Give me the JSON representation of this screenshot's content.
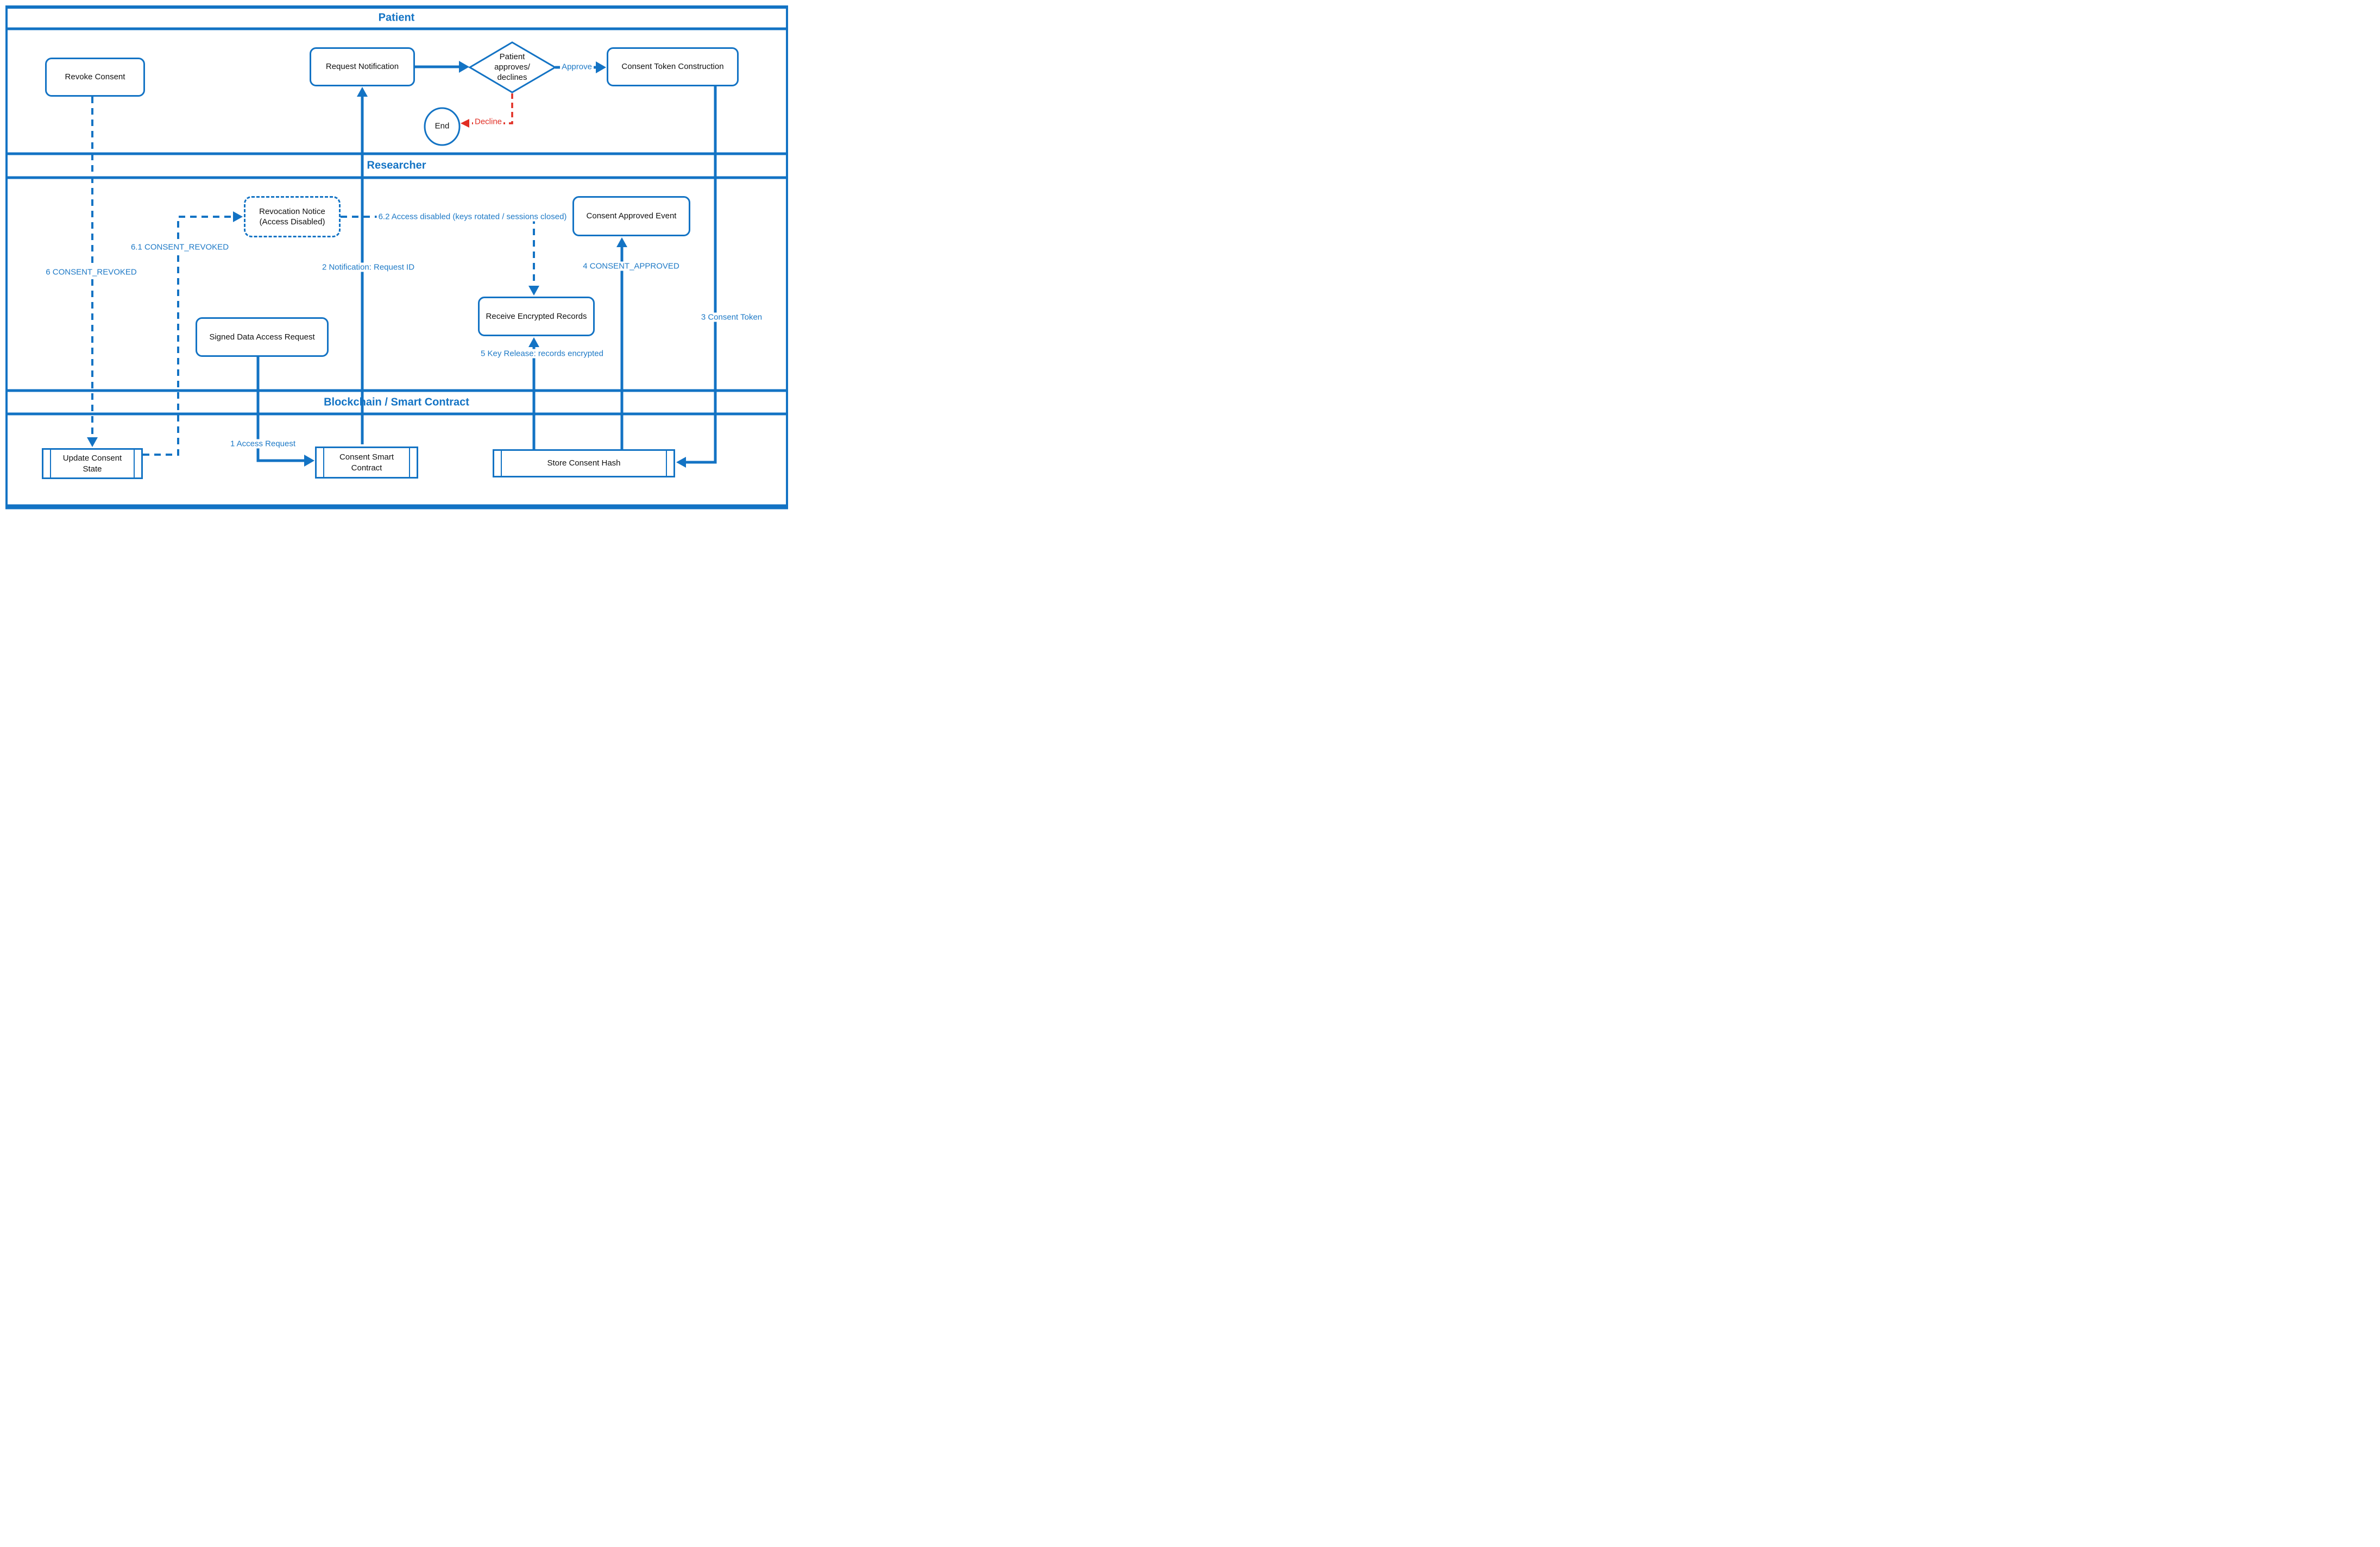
{
  "colors": {
    "primary_blue": "#1373c4",
    "label_blue": "#1d79c6",
    "decline_red": "#e12e24",
    "node_text": "#111111"
  },
  "lanes": {
    "patient": {
      "title": "Patient"
    },
    "researcher": {
      "title": "Researcher"
    },
    "blockchain": {
      "title": "Blockchain / Smart Contract"
    }
  },
  "nodes": {
    "revoke_consent": {
      "label": "Revoke Consent"
    },
    "request_notification": {
      "label": "Request Notification"
    },
    "approval_decision": {
      "label": "Patient approves/ declines"
    },
    "consent_token_construction": {
      "label": "Consent Token Construction"
    },
    "end": {
      "label": "End"
    },
    "revocation_notice": {
      "label": "Revocation Notice (Access Disabled)"
    },
    "consent_approved_event": {
      "label": "Consent Approved Event"
    },
    "signed_data_access_request": {
      "label": "Signed Data Access Request"
    },
    "receive_encrypted_records": {
      "label": "Receive Encrypted Records"
    },
    "update_consent_state": {
      "label": "Update Consent State"
    },
    "consent_smart_contract": {
      "label": "Consent Smart Contract"
    },
    "store_consent_hash": {
      "label": "Store Consent Hash"
    }
  },
  "edges": {
    "approve": "Approve",
    "decline": "Decline",
    "access_request": "1 Access Request",
    "notification": "2 Notification: Request ID",
    "consent_token": "3 Consent Token",
    "consent_approved": "4 CONSENT_APPROVED",
    "key_release": "5 Key Release: records encrypted",
    "consent_revoked": "6 CONSENT_REVOKED",
    "consent_revoked_61": "6.1 CONSENT_REVOKED",
    "access_disabled": "6.2 Access disabled (keys rotated / sessions closed)"
  }
}
